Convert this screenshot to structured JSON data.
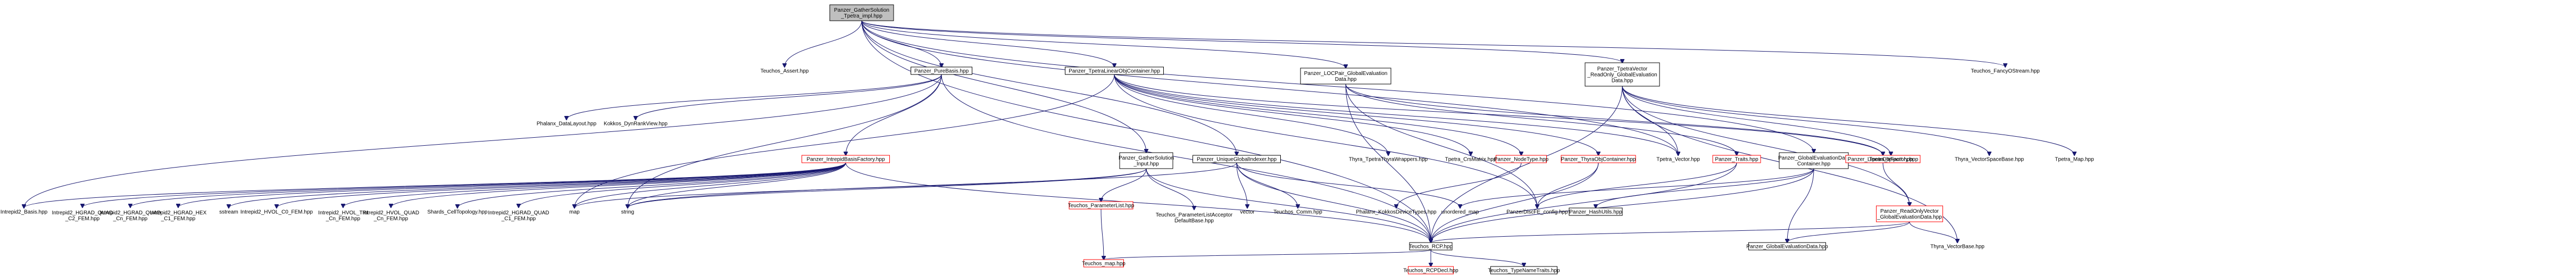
{
  "diagram": {
    "colors": {
      "edge": "#191970",
      "root_fill": "#bfbfbf",
      "plain_border": "#000000",
      "undocumented_border": "#ff0000"
    },
    "nodes": [
      {
        "id": "root",
        "lines": [
          "Panzer_GatherSolution",
          "_Tpetra_impl.hpp"
        ],
        "style": "gray"
      },
      {
        "id": "assert",
        "lines": [
          "Teuchos_Assert.hpp"
        ],
        "style": "none"
      },
      {
        "id": "purebasis",
        "lines": [
          "Panzer_PureBasis.hpp"
        ],
        "style": "white"
      },
      {
        "id": "tpetralo",
        "lines": [
          "Panzer_TpetraLinearObjContainer.hpp"
        ],
        "style": "white"
      },
      {
        "id": "locpair",
        "lines": [
          "Panzer_LOCPair_GlobalEvaluation",
          "Data.hpp"
        ],
        "style": "white"
      },
      {
        "id": "tpetravec",
        "lines": [
          "Panzer_TpetraVector",
          "_ReadOnly_GlobalEvaluation",
          "Data.hpp"
        ],
        "style": "white"
      },
      {
        "id": "fancy",
        "lines": [
          "Teuchos_FancyOStream.hpp"
        ],
        "style": "none"
      },
      {
        "id": "datalayout",
        "lines": [
          "Phalanx_DataLayout.hpp"
        ],
        "style": "none"
      },
      {
        "id": "dynrank",
        "lines": [
          "Kokkos_DynRankView.hpp"
        ],
        "style": "none"
      },
      {
        "id": "intrepidfactory",
        "lines": [
          "Panzer_IntrepidBasisFactory.hpp"
        ],
        "style": "red"
      },
      {
        "id": "gatherinput",
        "lines": [
          "Panzer_GatherSolution",
          "_Input.hpp"
        ],
        "style": "white"
      },
      {
        "id": "uniqueglobal",
        "lines": [
          "Panzer_UniqueGlobalIndexer.hpp"
        ],
        "style": "white"
      },
      {
        "id": "thyratpetra",
        "lines": [
          "Thyra_TpetraThyraWrappers.hpp"
        ],
        "style": "none"
      },
      {
        "id": "crsmatrix",
        "lines": [
          "Tpetra_CrsMatrix.hpp"
        ],
        "style": "none"
      },
      {
        "id": "nodetype",
        "lines": [
          "Panzer_NodeType.hpp"
        ],
        "style": "red"
      },
      {
        "id": "thyraobj",
        "lines": [
          "Panzer_ThyraObjContainer.hpp"
        ],
        "style": "red"
      },
      {
        "id": "tpetravector",
        "lines": [
          "Tpetra_Vector.hpp"
        ],
        "style": "none"
      },
      {
        "id": "traits",
        "lines": [
          "Panzer_Traits.hpp"
        ],
        "style": "red"
      },
      {
        "id": "globaleval",
        "lines": [
          "Panzer_GlobalEvaluationData",
          "Container.hpp"
        ],
        "style": "white"
      },
      {
        "id": "linearobj",
        "lines": [
          "Panzer_LinearObjFactory.hpp"
        ],
        "style": "red"
      },
      {
        "id": "tpetraimport",
        "lines": [
          "Tpetra_Import.hpp"
        ],
        "style": "none"
      },
      {
        "id": "thyravss",
        "lines": [
          "Thyra_VectorSpaceBase.hpp"
        ],
        "style": "none"
      },
      {
        "id": "tpetramap",
        "lines": [
          "Tpetra_Map.hpp"
        ],
        "style": "none"
      },
      {
        "id": "intrepidbasis",
        "lines": [
          "Intrepid2_Basis.hpp"
        ],
        "style": "none"
      },
      {
        "id": "quadc2",
        "lines": [
          "Intrepid2_HGRAD_QUAD",
          "_C2_FEM.hpp"
        ],
        "style": "none"
      },
      {
        "id": "quadcn",
        "lines": [
          "Intrepid2_HGRAD_QUAD",
          "_Cn_FEM.hpp"
        ],
        "style": "none"
      },
      {
        "id": "hexc1",
        "lines": [
          "Intrepid2_HGRAD_HEX",
          "_C1_FEM.hpp"
        ],
        "style": "none"
      },
      {
        "id": "sstream",
        "lines": [
          "sstream"
        ],
        "style": "none"
      },
      {
        "id": "hvolc0",
        "lines": [
          "Intrepid2_HVOL_C0_FEM.hpp"
        ],
        "style": "none"
      },
      {
        "id": "hvoltri",
        "lines": [
          "Intrepid2_HVOL_TRI",
          "_Cn_FEM.hpp"
        ],
        "style": "none"
      },
      {
        "id": "hvolquad",
        "lines": [
          "Intrepid2_HVOL_QUAD",
          "_Cn_FEM.hpp"
        ],
        "style": "none"
      },
      {
        "id": "celltopo",
        "lines": [
          "Shards_CellTopology.hpp"
        ],
        "style": "none"
      },
      {
        "id": "quadc1",
        "lines": [
          "Intrepid2_HGRAD_QUAD",
          "_C1_FEM.hpp"
        ],
        "style": "none"
      },
      {
        "id": "map",
        "lines": [
          "map"
        ],
        "style": "none"
      },
      {
        "id": "string",
        "lines": [
          "string"
        ],
        "style": "none"
      },
      {
        "id": "paramlist",
        "lines": [
          "Teuchos_ParameterList.hpp"
        ],
        "style": "red"
      },
      {
        "id": "paramacceptor",
        "lines": [
          "Teuchos_ParameterListAcceptor",
          "DefaultBase.hpp"
        ],
        "style": "none"
      },
      {
        "id": "vector",
        "lines": [
          "vector"
        ],
        "style": "none"
      },
      {
        "id": "comm",
        "lines": [
          "Teuchos_Comm.hpp"
        ],
        "style": "none"
      },
      {
        "id": "kokkosdevice",
        "lines": [
          "Phalanx_KokkosDeviceTypes.hpp"
        ],
        "style": "none"
      },
      {
        "id": "unorderedmap",
        "lines": [
          "unordered_map"
        ],
        "style": "none"
      },
      {
        "id": "config",
        "lines": [
          "PanzerDiscFE_config.hpp"
        ],
        "style": "none"
      },
      {
        "id": "hashutils",
        "lines": [
          "Panzer_HashUtils.hpp"
        ],
        "style": "white"
      },
      {
        "id": "readonlyvec",
        "lines": [
          "Panzer_ReadOnlyVector",
          "_GlobalEvaluationData.hpp"
        ],
        "style": "red"
      },
      {
        "id": "rcp",
        "lines": [
          "Teuchos_RCP.hpp"
        ],
        "style": "white"
      },
      {
        "id": "thyravb",
        "lines": [
          "Thyra_VectorBase.hpp"
        ],
        "style": "none"
      },
      {
        "id": "globalevaldata",
        "lines": [
          "Panzer_GlobalEvaluationData.hpp"
        ],
        "style": "white"
      },
      {
        "id": "teuchosmap",
        "lines": [
          "Teuchos_map.hpp"
        ],
        "style": "red"
      },
      {
        "id": "rcpdecl",
        "lines": [
          "Teuchos_RCPDecl.hpp"
        ],
        "style": "red"
      },
      {
        "id": "typename",
        "lines": [
          "Teuchos_TypeNameTraits.hpp"
        ],
        "style": "white"
      }
    ],
    "edges": [
      [
        "root",
        "assert"
      ],
      [
        "root",
        "purebasis"
      ],
      [
        "root",
        "tpetralo"
      ],
      [
        "root",
        "locpair"
      ],
      [
        "root",
        "tpetravec"
      ],
      [
        "root",
        "fancy"
      ],
      [
        "root",
        "gatherinput"
      ],
      [
        "root",
        "uniqueglobal"
      ],
      [
        "root",
        "tpetravector"
      ],
      [
        "root",
        "globaleval"
      ],
      [
        "root",
        "rcp"
      ],
      [
        "purebasis",
        "datalayout"
      ],
      [
        "purebasis",
        "dynrank"
      ],
      [
        "purebasis",
        "intrepidfactory"
      ],
      [
        "purebasis",
        "intrepidbasis"
      ],
      [
        "purebasis",
        "string"
      ],
      [
        "purebasis",
        "rcp"
      ],
      [
        "intrepidfactory",
        "intrepidbasis"
      ],
      [
        "intrepidfactory",
        "quadc2"
      ],
      [
        "intrepidfactory",
        "quadcn"
      ],
      [
        "intrepidfactory",
        "hexc1"
      ],
      [
        "intrepidfactory",
        "sstream"
      ],
      [
        "intrepidfactory",
        "hvolc0"
      ],
      [
        "intrepidfactory",
        "hvoltri"
      ],
      [
        "intrepidfactory",
        "hvolquad"
      ],
      [
        "intrepidfactory",
        "celltopo"
      ],
      [
        "intrepidfactory",
        "quadc1"
      ],
      [
        "intrepidfactory",
        "map"
      ],
      [
        "intrepidfactory",
        "string"
      ],
      [
        "intrepidfactory",
        "rcp"
      ],
      [
        "tpetralo",
        "thyratpetra"
      ],
      [
        "tpetralo",
        "crsmatrix"
      ],
      [
        "tpetralo",
        "nodetype"
      ],
      [
        "tpetralo",
        "thyraobj"
      ],
      [
        "tpetralo",
        "tpetravector"
      ],
      [
        "tpetralo",
        "linearobj"
      ],
      [
        "tpetralo",
        "map"
      ],
      [
        "tpetralo",
        "config"
      ],
      [
        "locpair",
        "traits"
      ],
      [
        "locpair",
        "linearobj"
      ],
      [
        "locpair",
        "config"
      ],
      [
        "locpair",
        "rcp"
      ],
      [
        "tpetravec",
        "tpetraimport"
      ],
      [
        "tpetravec",
        "thyravss"
      ],
      [
        "tpetravec",
        "tpetramap"
      ],
      [
        "tpetravec",
        "readonlyvec"
      ],
      [
        "tpetravec",
        "tpetravector"
      ],
      [
        "tpetravec",
        "rcp"
      ],
      [
        "tpetravec",
        "thyravb"
      ],
      [
        "gatherinput",
        "paramlist"
      ],
      [
        "gatherinput",
        "paramacceptor"
      ],
      [
        "gatherinput",
        "string"
      ],
      [
        "gatherinput",
        "map"
      ],
      [
        "gatherinput",
        "rcp"
      ],
      [
        "uniqueglobal",
        "vector"
      ],
      [
        "uniqueglobal",
        "comm"
      ],
      [
        "uniqueglobal",
        "unorderedmap"
      ],
      [
        "uniqueglobal",
        "string"
      ],
      [
        "uniqueglobal",
        "rcp"
      ],
      [
        "nodetype",
        "kokkosdevice"
      ],
      [
        "thyraobj",
        "config"
      ],
      [
        "thyraobj",
        "rcp"
      ],
      [
        "traits",
        "config"
      ],
      [
        "traits",
        "rcp"
      ],
      [
        "globaleval",
        "hashutils"
      ],
      [
        "globaleval",
        "unorderedmap"
      ],
      [
        "globaleval",
        "globalevaldata"
      ],
      [
        "globaleval",
        "rcp"
      ],
      [
        "linearobj",
        "readonlyvec"
      ],
      [
        "readonlyvec",
        "globalevaldata"
      ],
      [
        "readonlyvec",
        "thyravb"
      ],
      [
        "readonlyvec",
        "rcp"
      ],
      [
        "paramlist",
        "teuchosmap"
      ],
      [
        "rcp",
        "teuchosmap"
      ],
      [
        "rcp",
        "rcpdecl"
      ],
      [
        "rcp",
        "typename"
      ]
    ]
  }
}
